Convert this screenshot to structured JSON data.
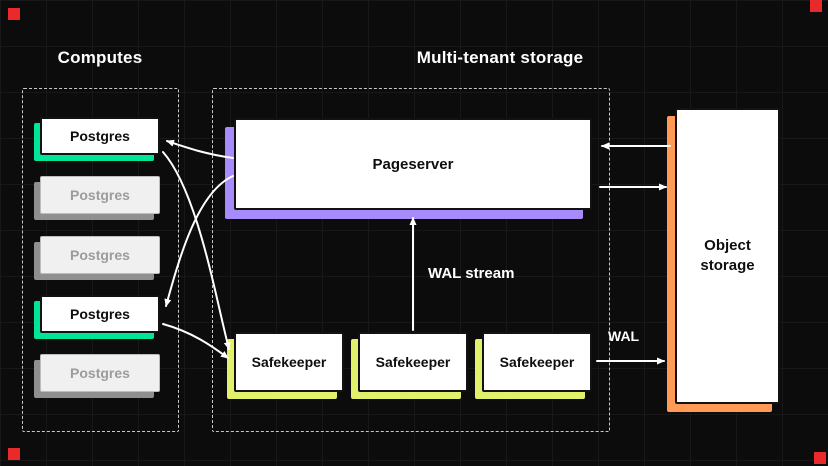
{
  "headings": {
    "computes": "Computes",
    "storage": "Multi-tenant storage"
  },
  "computes": {
    "items": [
      {
        "label": "Postgres",
        "active": true
      },
      {
        "label": "Postgres",
        "active": false
      },
      {
        "label": "Postgres",
        "active": false
      },
      {
        "label": "Postgres",
        "active": true
      },
      {
        "label": "Postgres",
        "active": false
      }
    ]
  },
  "storage": {
    "pageserver": {
      "label": "Pageserver"
    },
    "safekeepers": [
      {
        "label": "Safekeeper"
      },
      {
        "label": "Safekeeper"
      },
      {
        "label": "Safekeeper"
      }
    ],
    "wal_stream_label": "WAL stream",
    "wal_label": "WAL",
    "object_storage": {
      "label": "Object storage"
    }
  },
  "colors": {
    "background": "#0c0c0c",
    "grid_line": "#181818",
    "compute_active_accent": "#00e599",
    "compute_inactive_accent": "#8f8f8f",
    "pageserver_accent": "#a78bfa",
    "safekeeper_accent": "#e2f16b",
    "object_storage_accent": "#ff9a57",
    "arrow": "#ffffff",
    "corner_marker": "#e92a2a",
    "dashed_border": "#c9c9c9"
  }
}
